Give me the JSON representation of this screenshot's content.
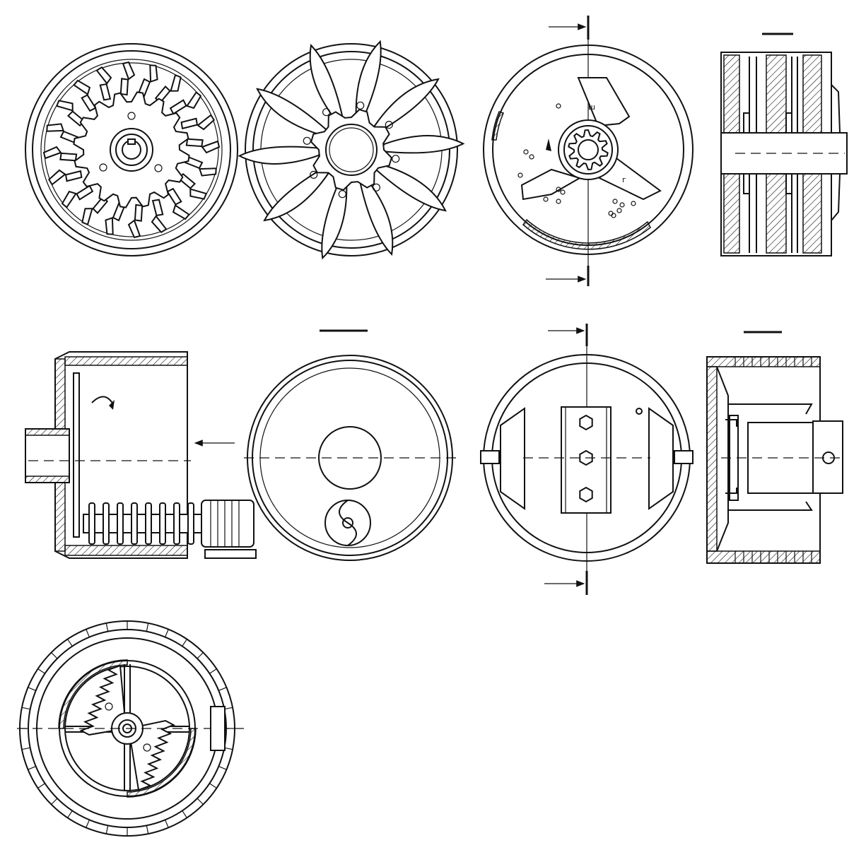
{
  "sheet": {
    "figures": [
      {
        "id": "fig1",
        "kind": "disc-with-radial-slots-and-gear-hub"
      },
      {
        "id": "fig2",
        "kind": "disc-with-curved-vanes"
      },
      {
        "id": "fig3",
        "kind": "three-blade-rotor-with-gear-hub",
        "labels": [
          "ш",
          "г"
        ]
      },
      {
        "id": "fig4",
        "kind": "section-of-rotor-stack"
      },
      {
        "id": "fig5",
        "kind": "drum-mixer-side-view-with-motor"
      },
      {
        "id": "fig6",
        "kind": "drum-front-view-with-small-rotor"
      },
      {
        "id": "fig7",
        "kind": "drum-with-central-hex-bar"
      },
      {
        "id": "fig8",
        "kind": "section-with-bracket"
      },
      {
        "id": "fig9",
        "kind": "rotor-with-toothed-blades-in-casing"
      }
    ],
    "line_color": "#111111",
    "background": "#ffffff"
  }
}
